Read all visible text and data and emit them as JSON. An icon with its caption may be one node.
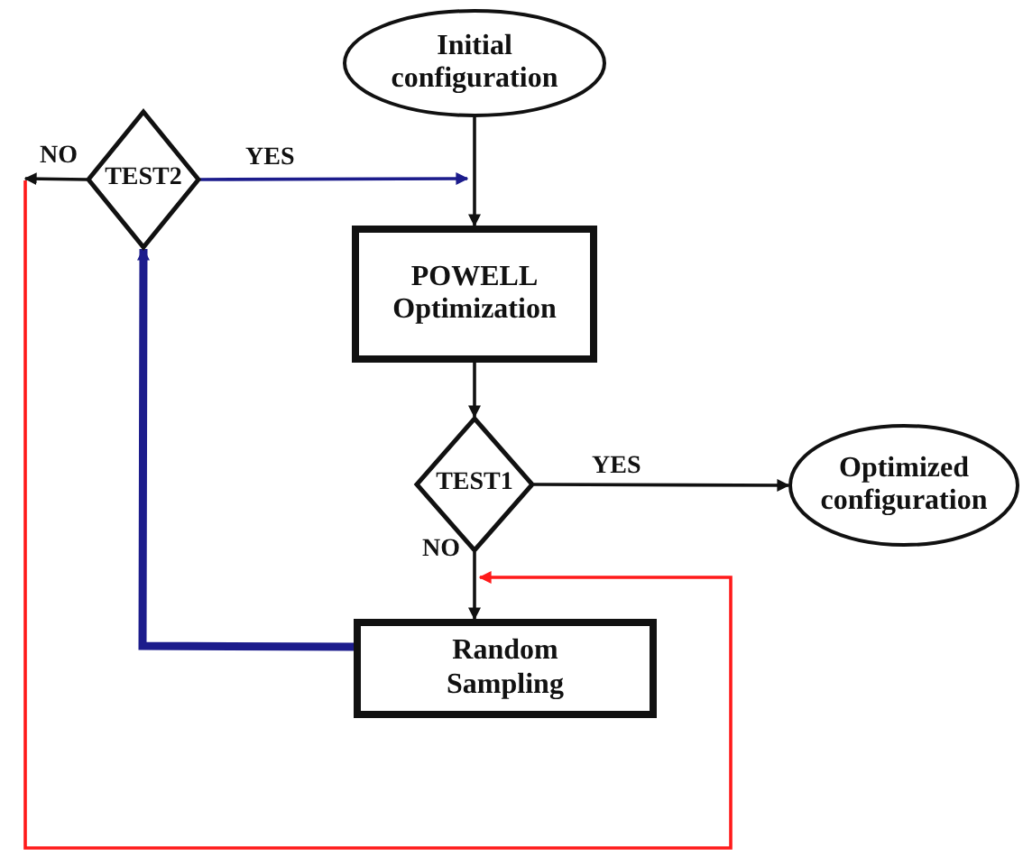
{
  "diagram": {
    "nodes": [
      {
        "text": [
          "Initial configuration"
        ]
      },
      {
        "text": [
          "TEST2"
        ]
      },
      {
        "text": [
          "POWELL Optimization"
        ]
      },
      {
        "text": [
          "TEST1"
        ]
      },
      {
        "text": [
          "Optimized configuration"
        ]
      },
      {
        "text": [
          "Random Sampling"
        ]
      }
    ],
    "edges": [
      {
        "from": 0,
        "to": 2,
        "arrow": "to"
      },
      {
        "from": 1,
        "to": 2,
        "arrow": "to",
        "label": "YES",
        "color": "#1c1c8c"
      },
      {
        "from": 2,
        "to": 3,
        "arrow": "to"
      },
      {
        "from": 3,
        "to": 4,
        "arrow": "to",
        "label": "YES"
      },
      {
        "from": 3,
        "to": 5,
        "arrow": "to",
        "label": "NO"
      },
      {
        "from": 5,
        "to": 1,
        "arrow": "to",
        "style": "thick",
        "color": "#1c1c8c"
      },
      {
        "from": 1,
        "to": null,
        "arrow": "to",
        "label": "NO"
      },
      {
        "from": null,
        "to": 5,
        "arrow": "to",
        "color": "#ff1a1a"
      }
    ]
  }
}
